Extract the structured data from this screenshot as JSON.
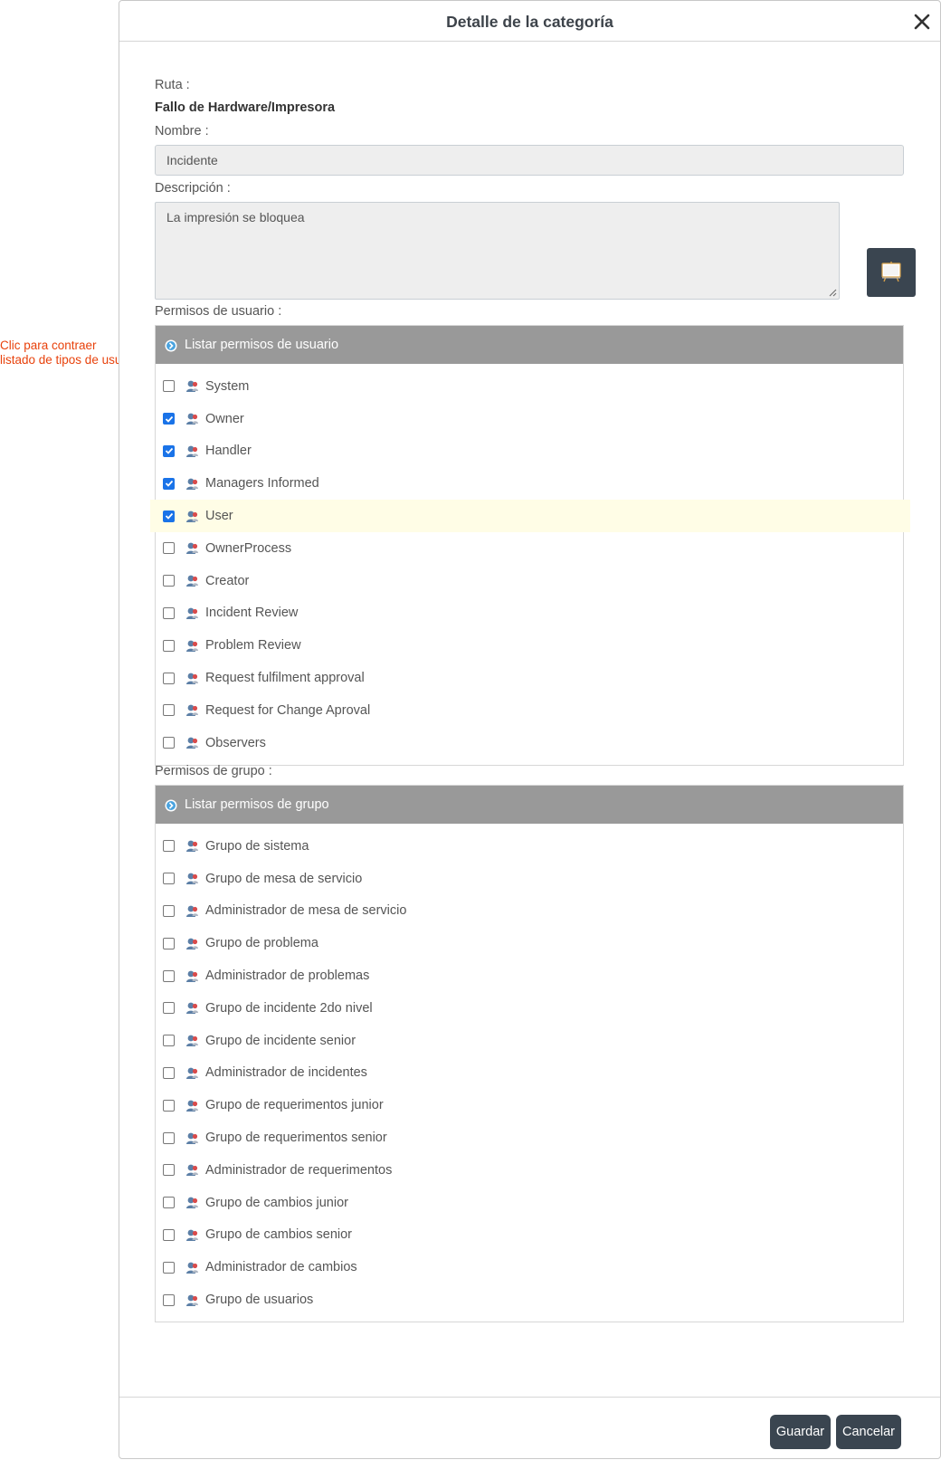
{
  "annotation": {
    "line1": "Clic para contraer",
    "line2": "listado de tipos de usuario"
  },
  "modal": {
    "title": "Detalle de la categoría",
    "route_label": "Ruta :",
    "route_value": "Fallo de Hardware/Impresora",
    "name_label": "Nombre :",
    "name_value": "Incidente",
    "description_label": "Descripción :",
    "description_value": "La impresión se bloquea",
    "user_permissions_label": "Permisos de usuario :",
    "user_permissions_header": "Listar permisos de usuario",
    "user_permissions": [
      {
        "label": "System",
        "checked": false
      },
      {
        "label": "Owner",
        "checked": true
      },
      {
        "label": "Handler",
        "checked": true
      },
      {
        "label": "Managers Informed",
        "checked": true
      },
      {
        "label": "User",
        "checked": true
      },
      {
        "label": "OwnerProcess",
        "checked": false
      },
      {
        "label": "Creator",
        "checked": false
      },
      {
        "label": "Incident Review",
        "checked": false
      },
      {
        "label": "Problem Review",
        "checked": false
      },
      {
        "label": "Request fulfilment approval",
        "checked": false
      },
      {
        "label": "Request for Change Aproval",
        "checked": false
      },
      {
        "label": "Observers",
        "checked": false
      }
    ],
    "group_permissions_label": "Permisos de grupo :",
    "group_permissions_header": "Listar permisos de grupo",
    "group_permissions": [
      {
        "label": "Grupo de sistema",
        "checked": false
      },
      {
        "label": "Grupo de mesa de servicio",
        "checked": false
      },
      {
        "label": "Administrador de mesa de servicio",
        "checked": false
      },
      {
        "label": "Grupo de problema",
        "checked": false
      },
      {
        "label": "Administrador de problemas",
        "checked": false
      },
      {
        "label": "Grupo de incidente 2do nivel",
        "checked": false
      },
      {
        "label": "Grupo de incidente senior",
        "checked": false
      },
      {
        "label": "Administrador de incidentes",
        "checked": false
      },
      {
        "label": "Grupo de requerimentos junior",
        "checked": false
      },
      {
        "label": "Grupo de requerimentos senior",
        "checked": false
      },
      {
        "label": "Administrador de requerimentos",
        "checked": false
      },
      {
        "label": "Grupo de cambios junior",
        "checked": false
      },
      {
        "label": "Grupo de cambios senior",
        "checked": false
      },
      {
        "label": "Administrador de cambios",
        "checked": false
      },
      {
        "label": "Grupo de usuarios",
        "checked": false
      }
    ],
    "save_label": "Guardar",
    "cancel_label": "Cancelar"
  },
  "colors": {
    "panel_header": "#999999",
    "button_dark": "#3a4550",
    "checkbox_checked": "#1a73e8",
    "annotation": "#e8420c",
    "highlight_row": "#fffde6"
  },
  "icons": {
    "close": "close-icon",
    "board": "board-icon",
    "user": "user-icon",
    "panel_toggle": "arrow-circle-right-icon",
    "annotation_arrow": "arrow-right-icon"
  }
}
